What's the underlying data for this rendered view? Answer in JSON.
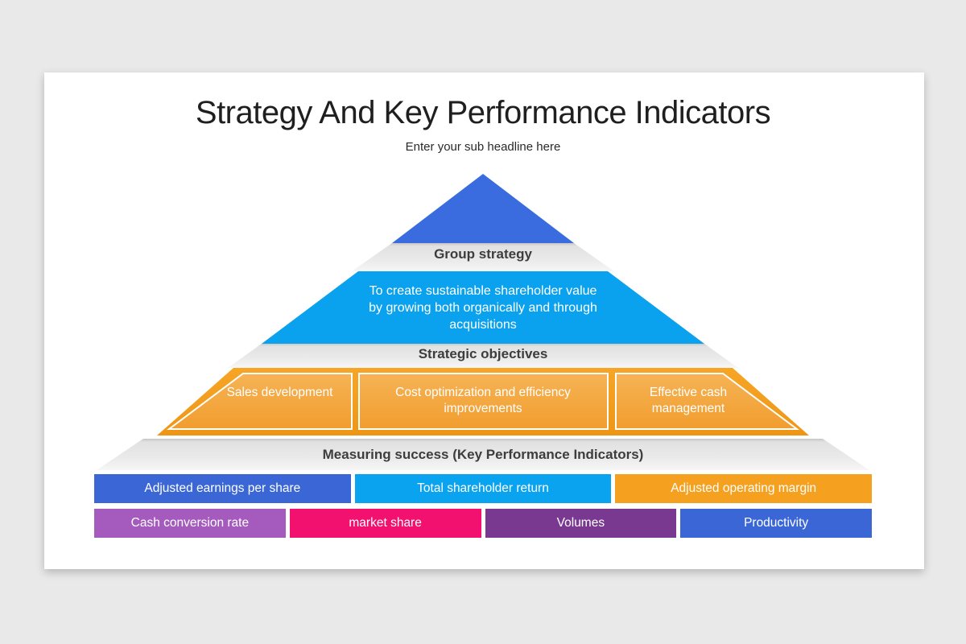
{
  "slide": {
    "title": "Strategy And Key Performance Indicators",
    "subtitle": "Enter your sub headline here"
  },
  "pyramid": {
    "band_group_strategy": "Group strategy",
    "vision_text": "To create sustainable shareholder value by growing both organically and through acquisitions",
    "band_strategic_objectives": "Strategic objectives",
    "objectives": [
      "Sales development",
      "Cost optimization and efficiency improvements",
      "Effective cash management"
    ],
    "band_measuring": "Measuring success (Key Performance Indicators)",
    "kpis": {
      "row1": [
        {
          "label": "Adjusted earnings per share",
          "color": "#3a66d6"
        },
        {
          "label": "Total shareholder return",
          "color": "#09a3ef"
        },
        {
          "label": "Adjusted operating margin",
          "color": "#f5a01f"
        }
      ],
      "row2": [
        {
          "label": "Cash conversion rate",
          "color": "#a55bbe"
        },
        {
          "label": "market share",
          "color": "#f2116e"
        },
        {
          "label": "Volumes",
          "color": "#7a3990"
        },
        {
          "label": "Productivity",
          "color": "#3a66d6"
        }
      ]
    }
  },
  "colors": {
    "page_bg": "#e9e9ea",
    "slide_bg": "#ffffff",
    "pyramid_top_blue": "#3a6bdf",
    "vision_cyan": "#0aa2ef",
    "orange_grad_top": "#f7a527",
    "orange_grad_bottom": "#ee9614",
    "orange_box_top": "#f6b355",
    "orange_box_bottom": "#f19d2e",
    "gray_band_edge": "#c6c6c6",
    "gray_band_top": "#e1e1e1",
    "gray_band_mid": "#eaeaea",
    "gray_band_bottom": "#f6f6f6"
  }
}
